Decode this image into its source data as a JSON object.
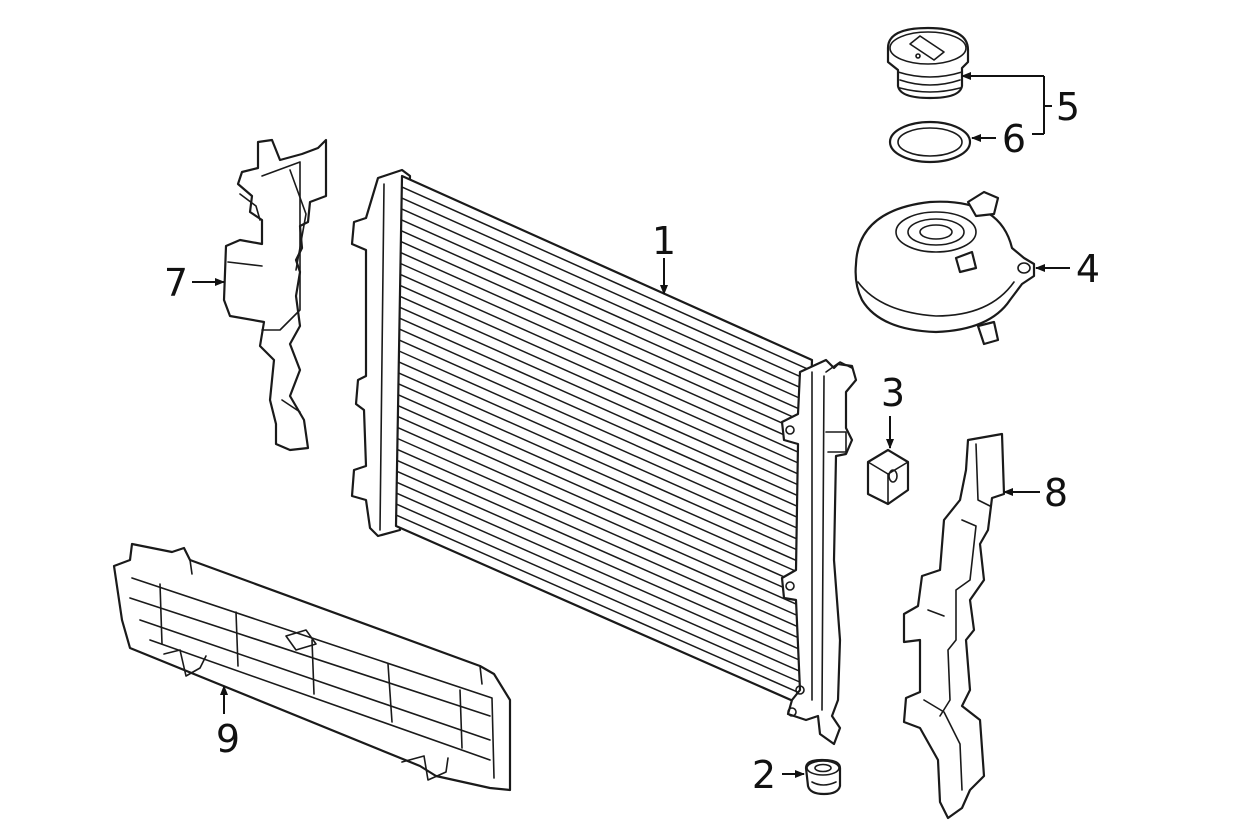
{
  "diagram": {
    "line_color": "#1a1a1a",
    "background": "#ffffff",
    "callouts": [
      {
        "id": "1",
        "label": "1"
      },
      {
        "id": "2",
        "label": "2"
      },
      {
        "id": "3",
        "label": "3"
      },
      {
        "id": "4",
        "label": "4"
      },
      {
        "id": "5",
        "label": "5"
      },
      {
        "id": "6",
        "label": "6"
      },
      {
        "id": "7",
        "label": "7"
      },
      {
        "id": "8",
        "label": "8"
      },
      {
        "id": "9",
        "label": "9"
      }
    ]
  }
}
